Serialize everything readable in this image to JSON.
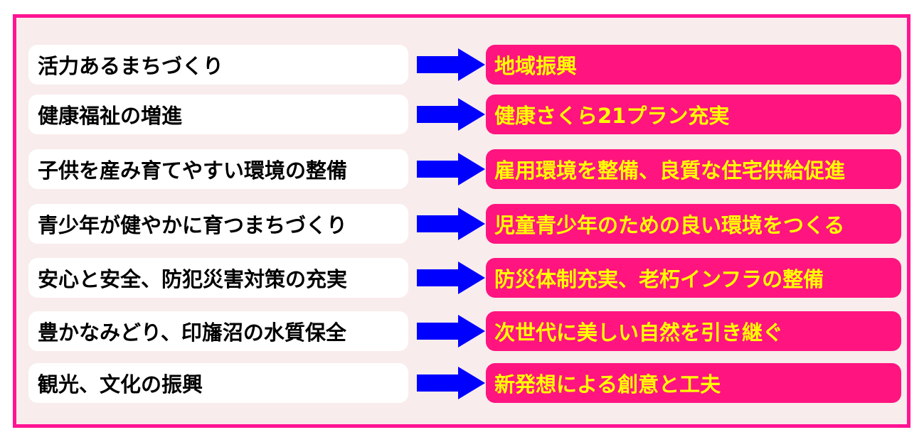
{
  "colors": {
    "frame_border": "#ff1493",
    "frame_fill": "#f9ecec",
    "left_box_fill": "#ffffff",
    "left_text": "#000000",
    "arrow_fill": "#0000ff",
    "right_box_fill": "#ff1480",
    "right_text": "#ffff00"
  },
  "rows": [
    {
      "policy": "活力あるまちづくり",
      "arrow_icon": "right-arrow-icon",
      "measure": "地域振興"
    },
    {
      "policy": "健康福祉の増進",
      "arrow_icon": "right-arrow-icon",
      "measure": "健康さくら21プラン充実"
    },
    {
      "policy": "子供を産み育てやすい環境の整備",
      "arrow_icon": "right-arrow-icon",
      "measure": "雇用環境を整備、良質な住宅供給促進"
    },
    {
      "policy": "青少年が健やかに育つまちづくり",
      "arrow_icon": "right-arrow-icon",
      "measure": "児童青少年のための良い環境をつくる"
    },
    {
      "policy": "安心と安全、防犯災害対策の充実",
      "arrow_icon": "right-arrow-icon",
      "measure": "防災体制充実、老朽インフラの整備"
    },
    {
      "policy": "豊かなみどり、印旛沼の水質保全",
      "arrow_icon": "right-arrow-icon",
      "measure": "次世代に美しい自然を引き継ぐ"
    },
    {
      "policy": "観光、文化の振興",
      "arrow_icon": "right-arrow-icon",
      "measure": "新発想による創意と工夫"
    }
  ]
}
